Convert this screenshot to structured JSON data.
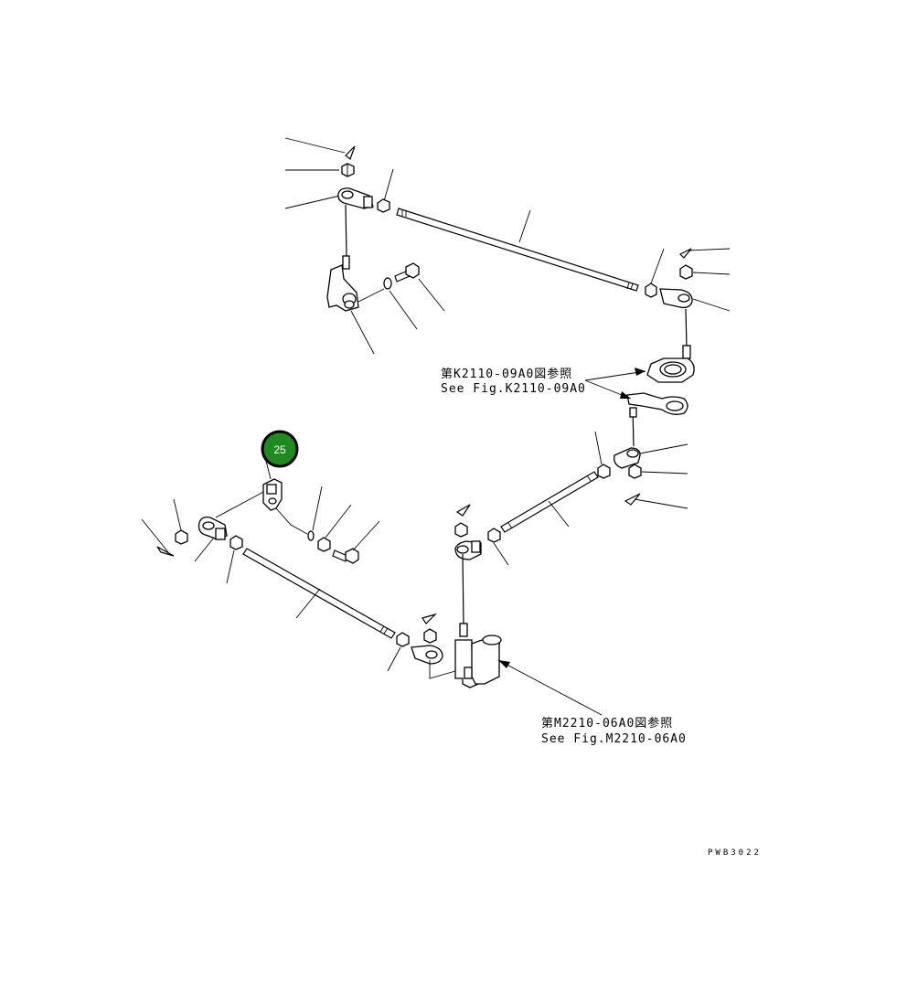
{
  "diagram": {
    "references": [
      {
        "jp": "第K2110-09A0図参照",
        "en": "See Fig.K2110-09A0"
      },
      {
        "jp": "第M2210-06A0図参照",
        "en": "See Fig.M2210-06A0"
      }
    ],
    "drawing_code": "PWB3022",
    "callouts": [
      {
        "number": "25",
        "color": "#1f8a1f"
      }
    ]
  }
}
